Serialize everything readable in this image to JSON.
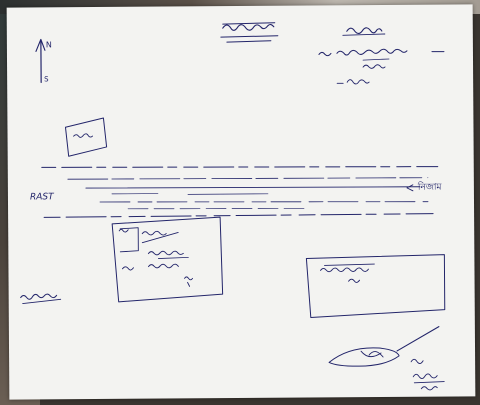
{
  "sketch": {
    "north_label": "N",
    "north_bottom_label": "S",
    "road_left_label": "RAST",
    "road_right_label": "নিজাম"
  },
  "colors": {
    "ink": "#23256a",
    "paper": "#f3f3f1",
    "background": "#3a3530"
  }
}
